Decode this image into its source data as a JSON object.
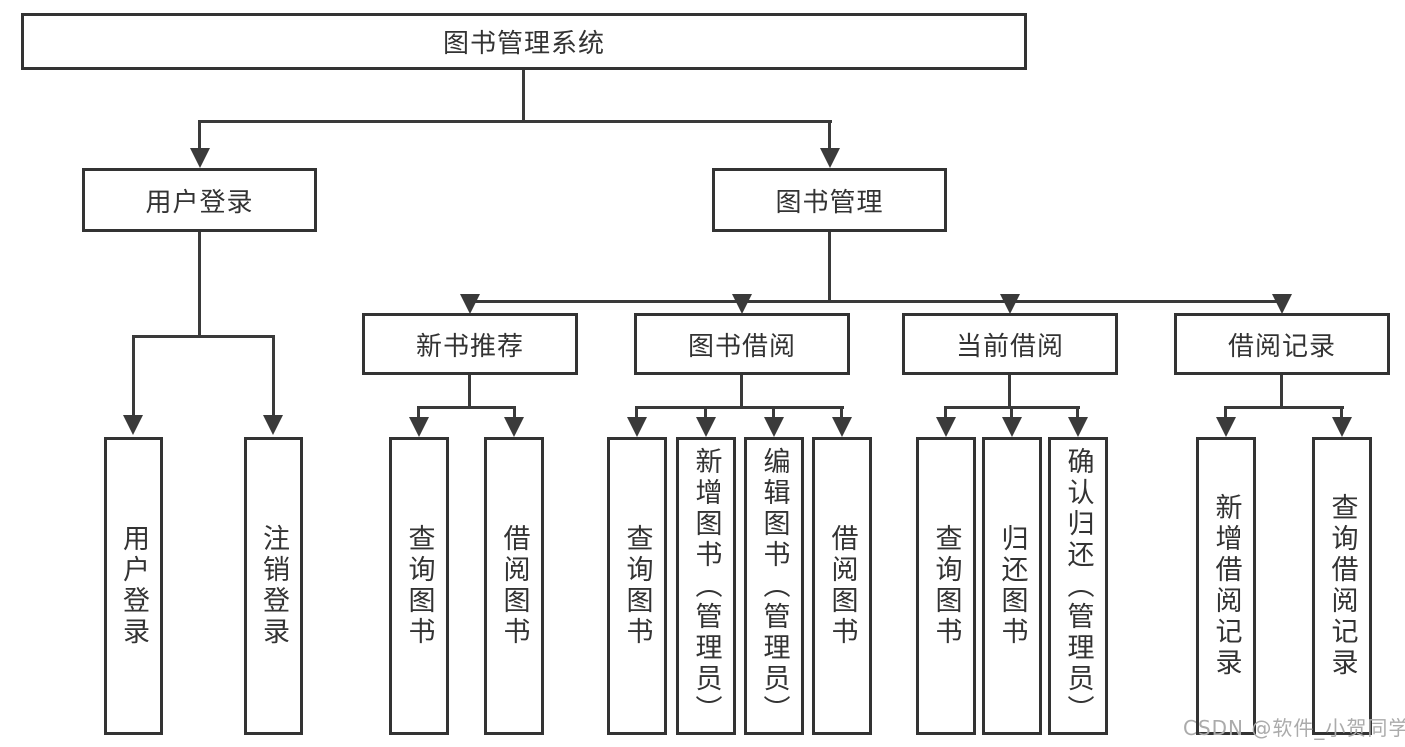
{
  "nodes": {
    "root": "图书管理系统",
    "user_login": "用户登录",
    "book_mgmt": "图书管理",
    "new_book": "新书推荐",
    "borrow": "图书借阅",
    "current": "当前借阅",
    "records": "借阅记录",
    "ul_login": "用户登录",
    "ul_logout": "注销登录",
    "nb_query": "查询图书",
    "nb_borrow": "借阅图书",
    "bb_query": "查询图书",
    "bb_add": "新增图书（管理员）",
    "bb_edit": "编辑图书（管理员）",
    "bb_borrow": "借阅图书",
    "cb_query": "查询图书",
    "cb_return": "归还图书",
    "cb_confirm": "确认归还（管理员）",
    "br_add": "新增借阅记录",
    "br_query": "查询借阅记录"
  },
  "watermark": "CSDN @软件_小贺同学",
  "colors": {
    "line": "#3a3a3a",
    "box_border": "#333333",
    "text": "#333333",
    "watermark": "#ababab",
    "background": "#ffffff"
  }
}
